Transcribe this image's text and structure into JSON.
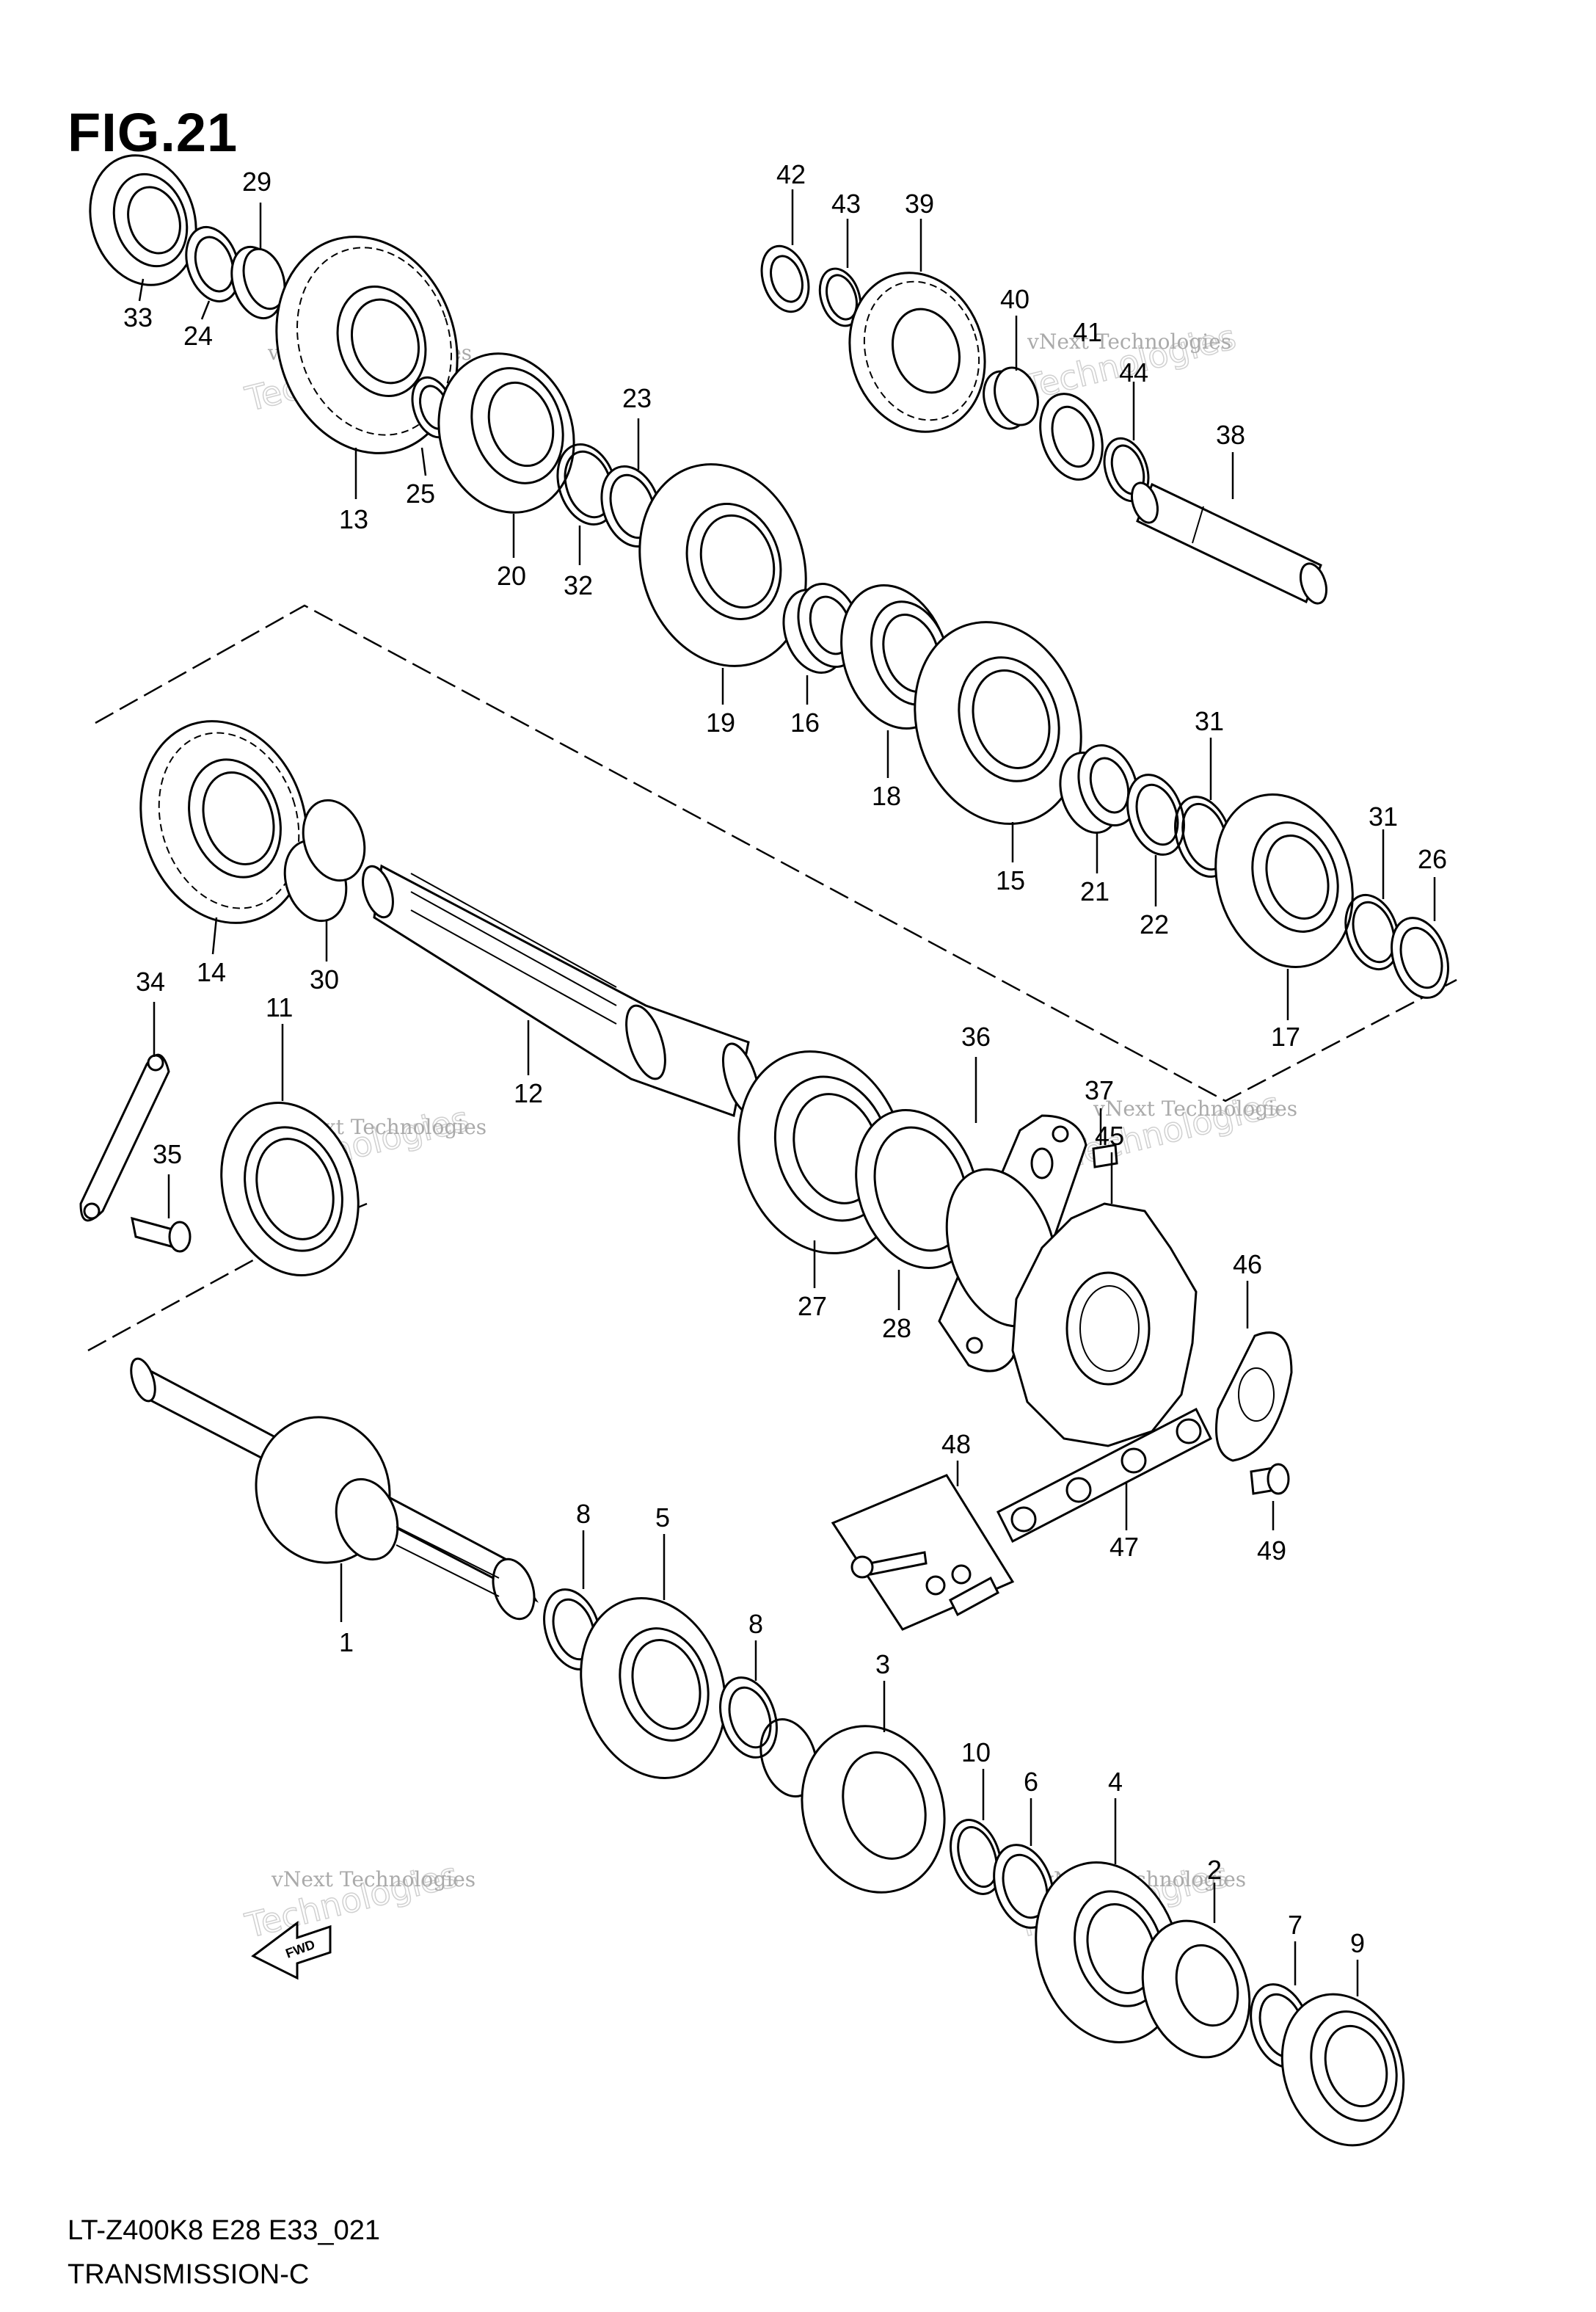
{
  "figure_title": "FIG.21",
  "footer": {
    "model_code": "LT-Z400K8 E28 E33_021",
    "section_title": "TRANSMISSION-C"
  },
  "watermark": {
    "line1": "vNext Technologies",
    "line2": "Technologies",
    "line3": "vNext"
  },
  "fwd_arrow_label": "FWD",
  "callouts": [
    "1",
    "2",
    "3",
    "4",
    "5",
    "6",
    "7",
    "8",
    "8",
    "9",
    "10",
    "11",
    "12",
    "13",
    "14",
    "15",
    "16",
    "17",
    "18",
    "19",
    "20",
    "21",
    "22",
    "23",
    "24",
    "25",
    "26",
    "27",
    "28",
    "29",
    "30",
    "31",
    "31",
    "32",
    "33",
    "34",
    "35",
    "36",
    "37",
    "38",
    "39",
    "40",
    "41",
    "44",
    "42",
    "43",
    "45",
    "46",
    "47",
    "48",
    "49"
  ]
}
